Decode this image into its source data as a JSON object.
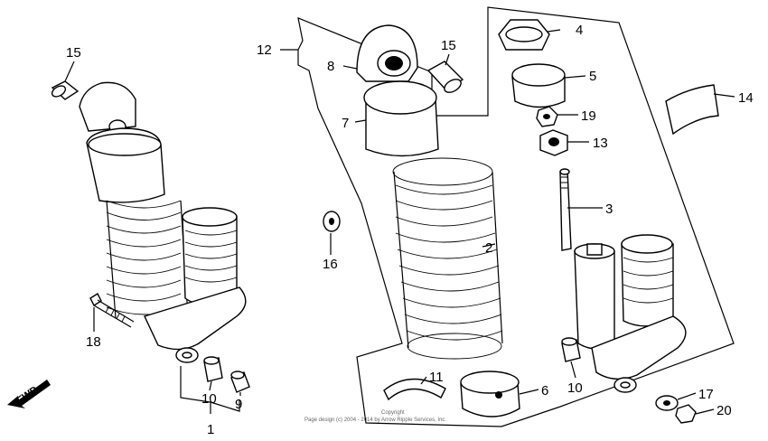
{
  "labels": {
    "l1": "1",
    "l2": "2",
    "l3": "3",
    "l4": "4",
    "l5": "5",
    "l6": "6",
    "l7": "7",
    "l8": "8",
    "l9": "9",
    "l10a": "10",
    "l10b": "10",
    "l11": "11",
    "l12": "12",
    "l13": "13",
    "l14": "14",
    "l15a": "15",
    "l15b": "15",
    "l16": "16",
    "l17": "17",
    "l18": "18",
    "l19": "19",
    "l20": "20"
  },
  "fwd": "FWD",
  "copyright": {
    "line1": "Copyright",
    "line2": "Page design (c) 2004 - 2014 by Arrow Ripple Services, Inc."
  }
}
